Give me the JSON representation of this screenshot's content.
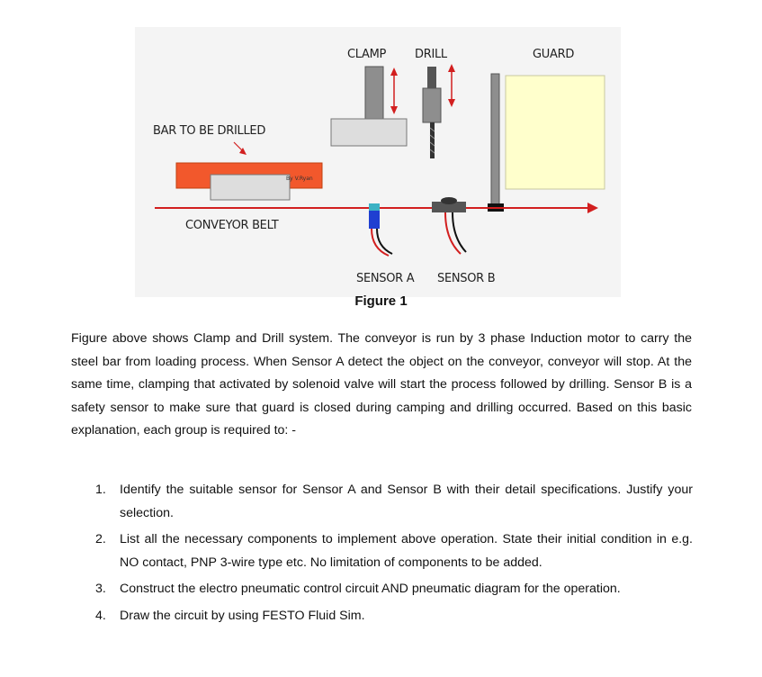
{
  "figure": {
    "labels": {
      "clamp": "CLAMP",
      "drill": "DRILL",
      "guard": "GUARD",
      "bar": "BAR TO BE DRILLED",
      "conveyor": "CONVEYOR BELT",
      "sensor_a": "SENSOR A",
      "sensor_b": "SENSOR B",
      "watermark": "By V.Ryan"
    },
    "colors": {
      "belt": "#d21f1f",
      "bar": "#f2582c",
      "guard_panel": "#ffffcc",
      "sensor_a": "#1f3fd1",
      "grey": "#8e8e8e",
      "light_grey": "#dddddd"
    }
  },
  "caption": "Figure 1",
  "intro": "Figure above shows Clamp and Drill system. The conveyor is run by 3 phase Induction motor to carry the steel bar from loading process. When Sensor A detect the object on the conveyor, conveyor will stop. At the same time, clamping that activated by solenoid valve will start the process followed by drilling. Sensor B is a safety sensor to make sure that guard is closed during camping and drilling occurred.  Based on this basic explanation, each group is required to: -",
  "tasks": [
    {
      "num": "1.",
      "text": "Identify the suitable sensor for Sensor A and Sensor B with their detail specifications. Justify your selection."
    },
    {
      "num": "2.",
      "text": "List all the necessary components to implement above operation. State their initial condition in e.g. NO contact, PNP 3-wire type etc. No limitation of components to be added."
    },
    {
      "num": "3.",
      "text": "Construct the electro pneumatic control circuit AND pneumatic diagram for the operation."
    },
    {
      "num": "4.",
      "text": "Draw the circuit by using FESTO Fluid Sim."
    }
  ]
}
